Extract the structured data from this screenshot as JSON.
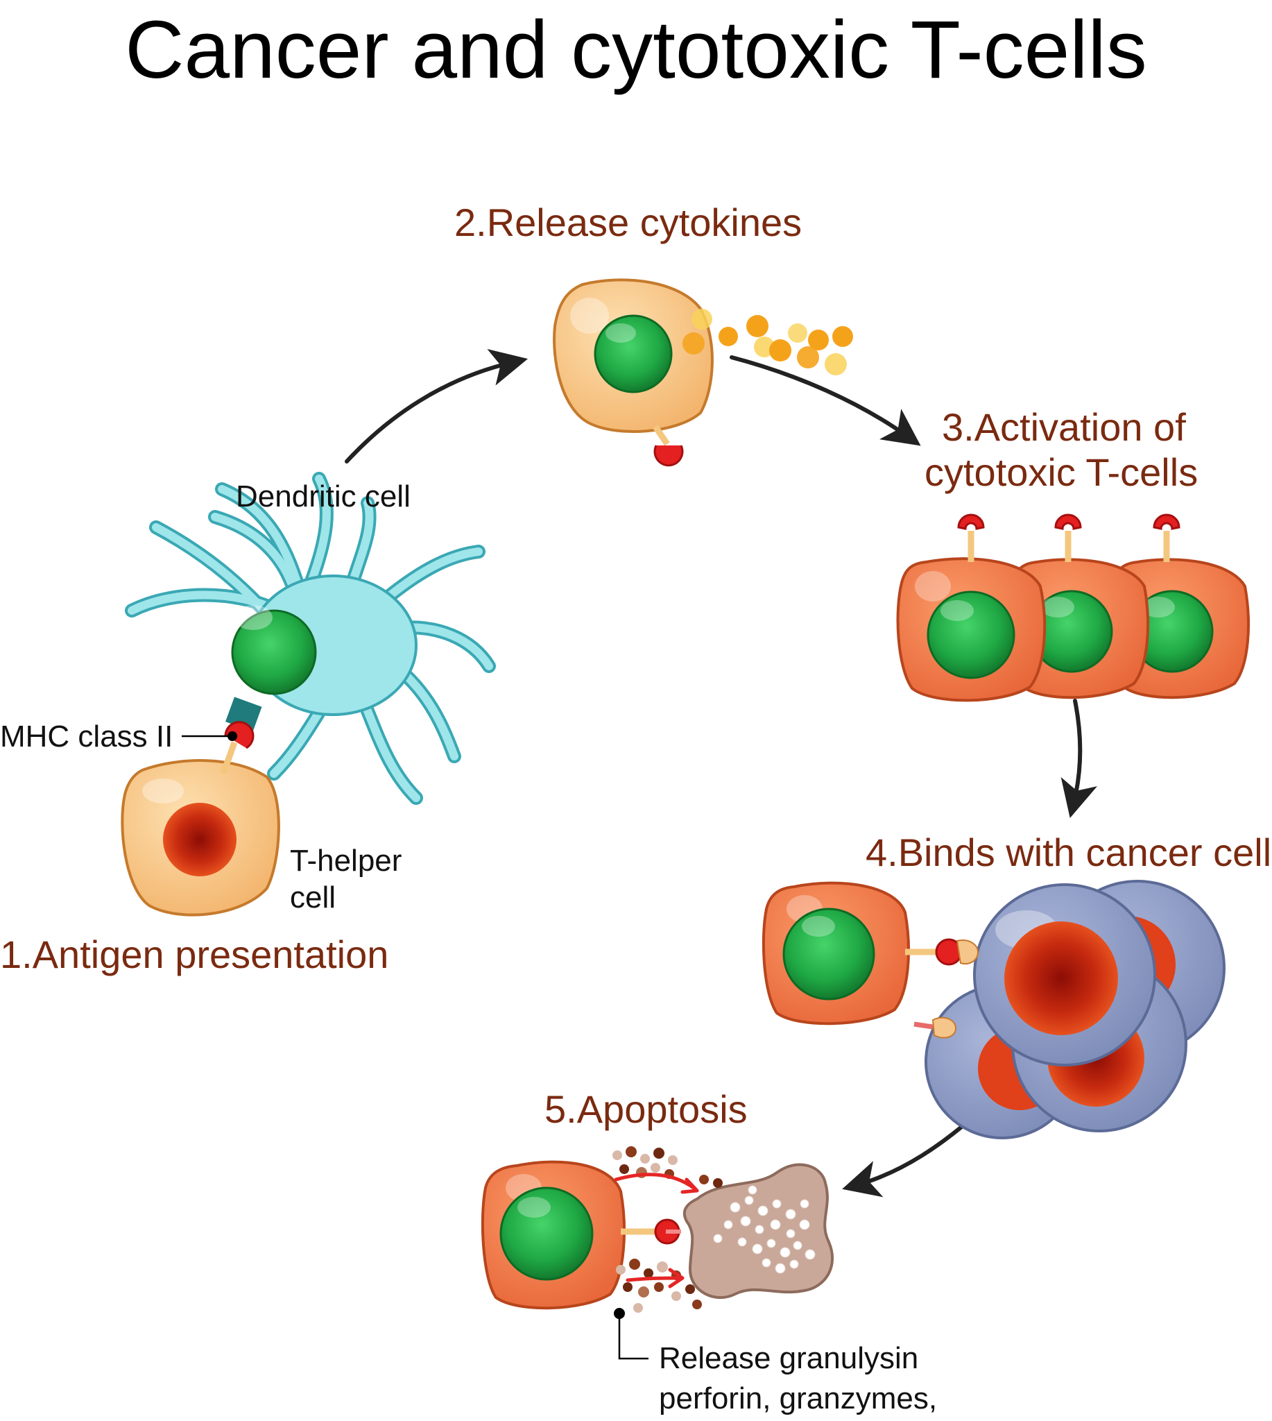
{
  "title": "Cancer and cytotoxic T-cells",
  "steps": {
    "s1": "1.Antigen presentation",
    "s2": "2.Release cytokines",
    "s3_line1": "3.Activation of",
    "s3_line2": "cytotoxic T-cells",
    "s4": "4.Binds with cancer cell",
    "s5": "5.Apoptosis"
  },
  "labels": {
    "dendritic": "Dendritic cell",
    "mhc": "MHC class II",
    "thelper_line1": "T-helper",
    "thelper_line2": "cell",
    "release_line1": "Release granulysin",
    "release_line2": "perforin, granzymes,"
  },
  "colors": {
    "step_text": "#7a2a10",
    "label_text": "#111111",
    "arrow": "#222222",
    "dendritic_cell": "#9ee6ea",
    "dendritic_outline": "#3aa8b4",
    "t_helper": "#f8c98a",
    "cytotoxic_t": "#f07a45",
    "nucleus_green": "#22b14c",
    "cancer_cell": "#8e9cc4",
    "cancer_nucleus": "#e0401a",
    "apoptotic_cell": "#c9a89a",
    "receptor_red": "#e42020",
    "cytokine_orange": "#f5a21b",
    "cytokine_yellow": "#f9d25a"
  }
}
